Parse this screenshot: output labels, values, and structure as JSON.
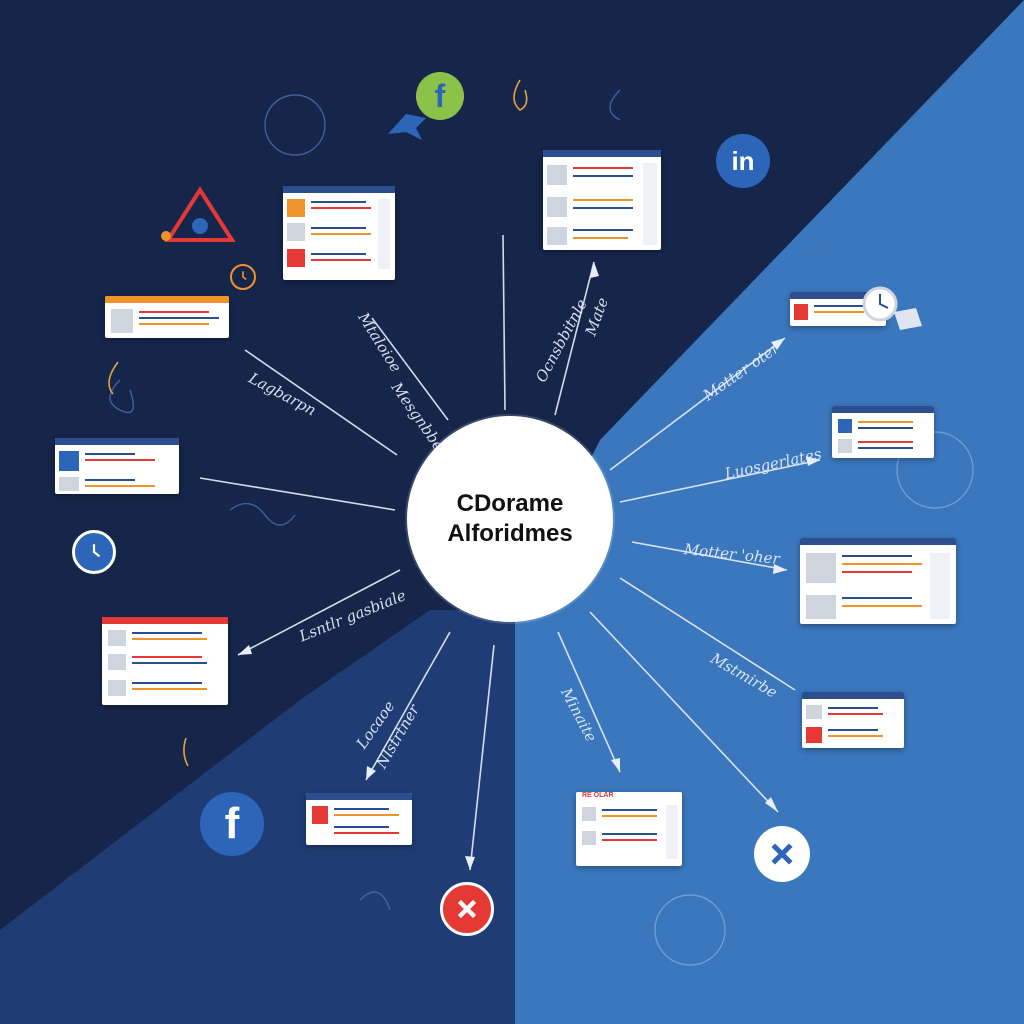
{
  "hub": {
    "line1": "CDorame",
    "line2": "Alforidmes"
  },
  "scribbles": [
    "Lagbarpn",
    "Mtaloioe",
    "Ocnsbbitnle",
    "Motter oter",
    "Luosgerlates",
    "Motter 'oher",
    "Mstmirbe",
    "Lsntlr gasbiale",
    "Nlstrtner",
    "Locaoe",
    "Minaite",
    "Mate",
    "Mesgnbbe"
  ],
  "window_tab_label": "RE OLAR",
  "icons": {
    "facebook_top": "facebook-icon",
    "linkedin": "linkedin-icon",
    "alert": "warning-triangle-icon",
    "clock": "clock-icon",
    "compass": "compass-icon",
    "facebook_bottom": "facebook-icon",
    "close": "close-icon",
    "tools": "tools-icon"
  },
  "colors": {
    "dark_navy": "#16264a",
    "light_blue": "#3a77bd",
    "mid_blue": "#1f3d74",
    "accent_orange": "#f0932b",
    "accent_red": "#e53935",
    "facebook_blue": "#2d66b8",
    "facebook_green": "#8bc34a"
  }
}
